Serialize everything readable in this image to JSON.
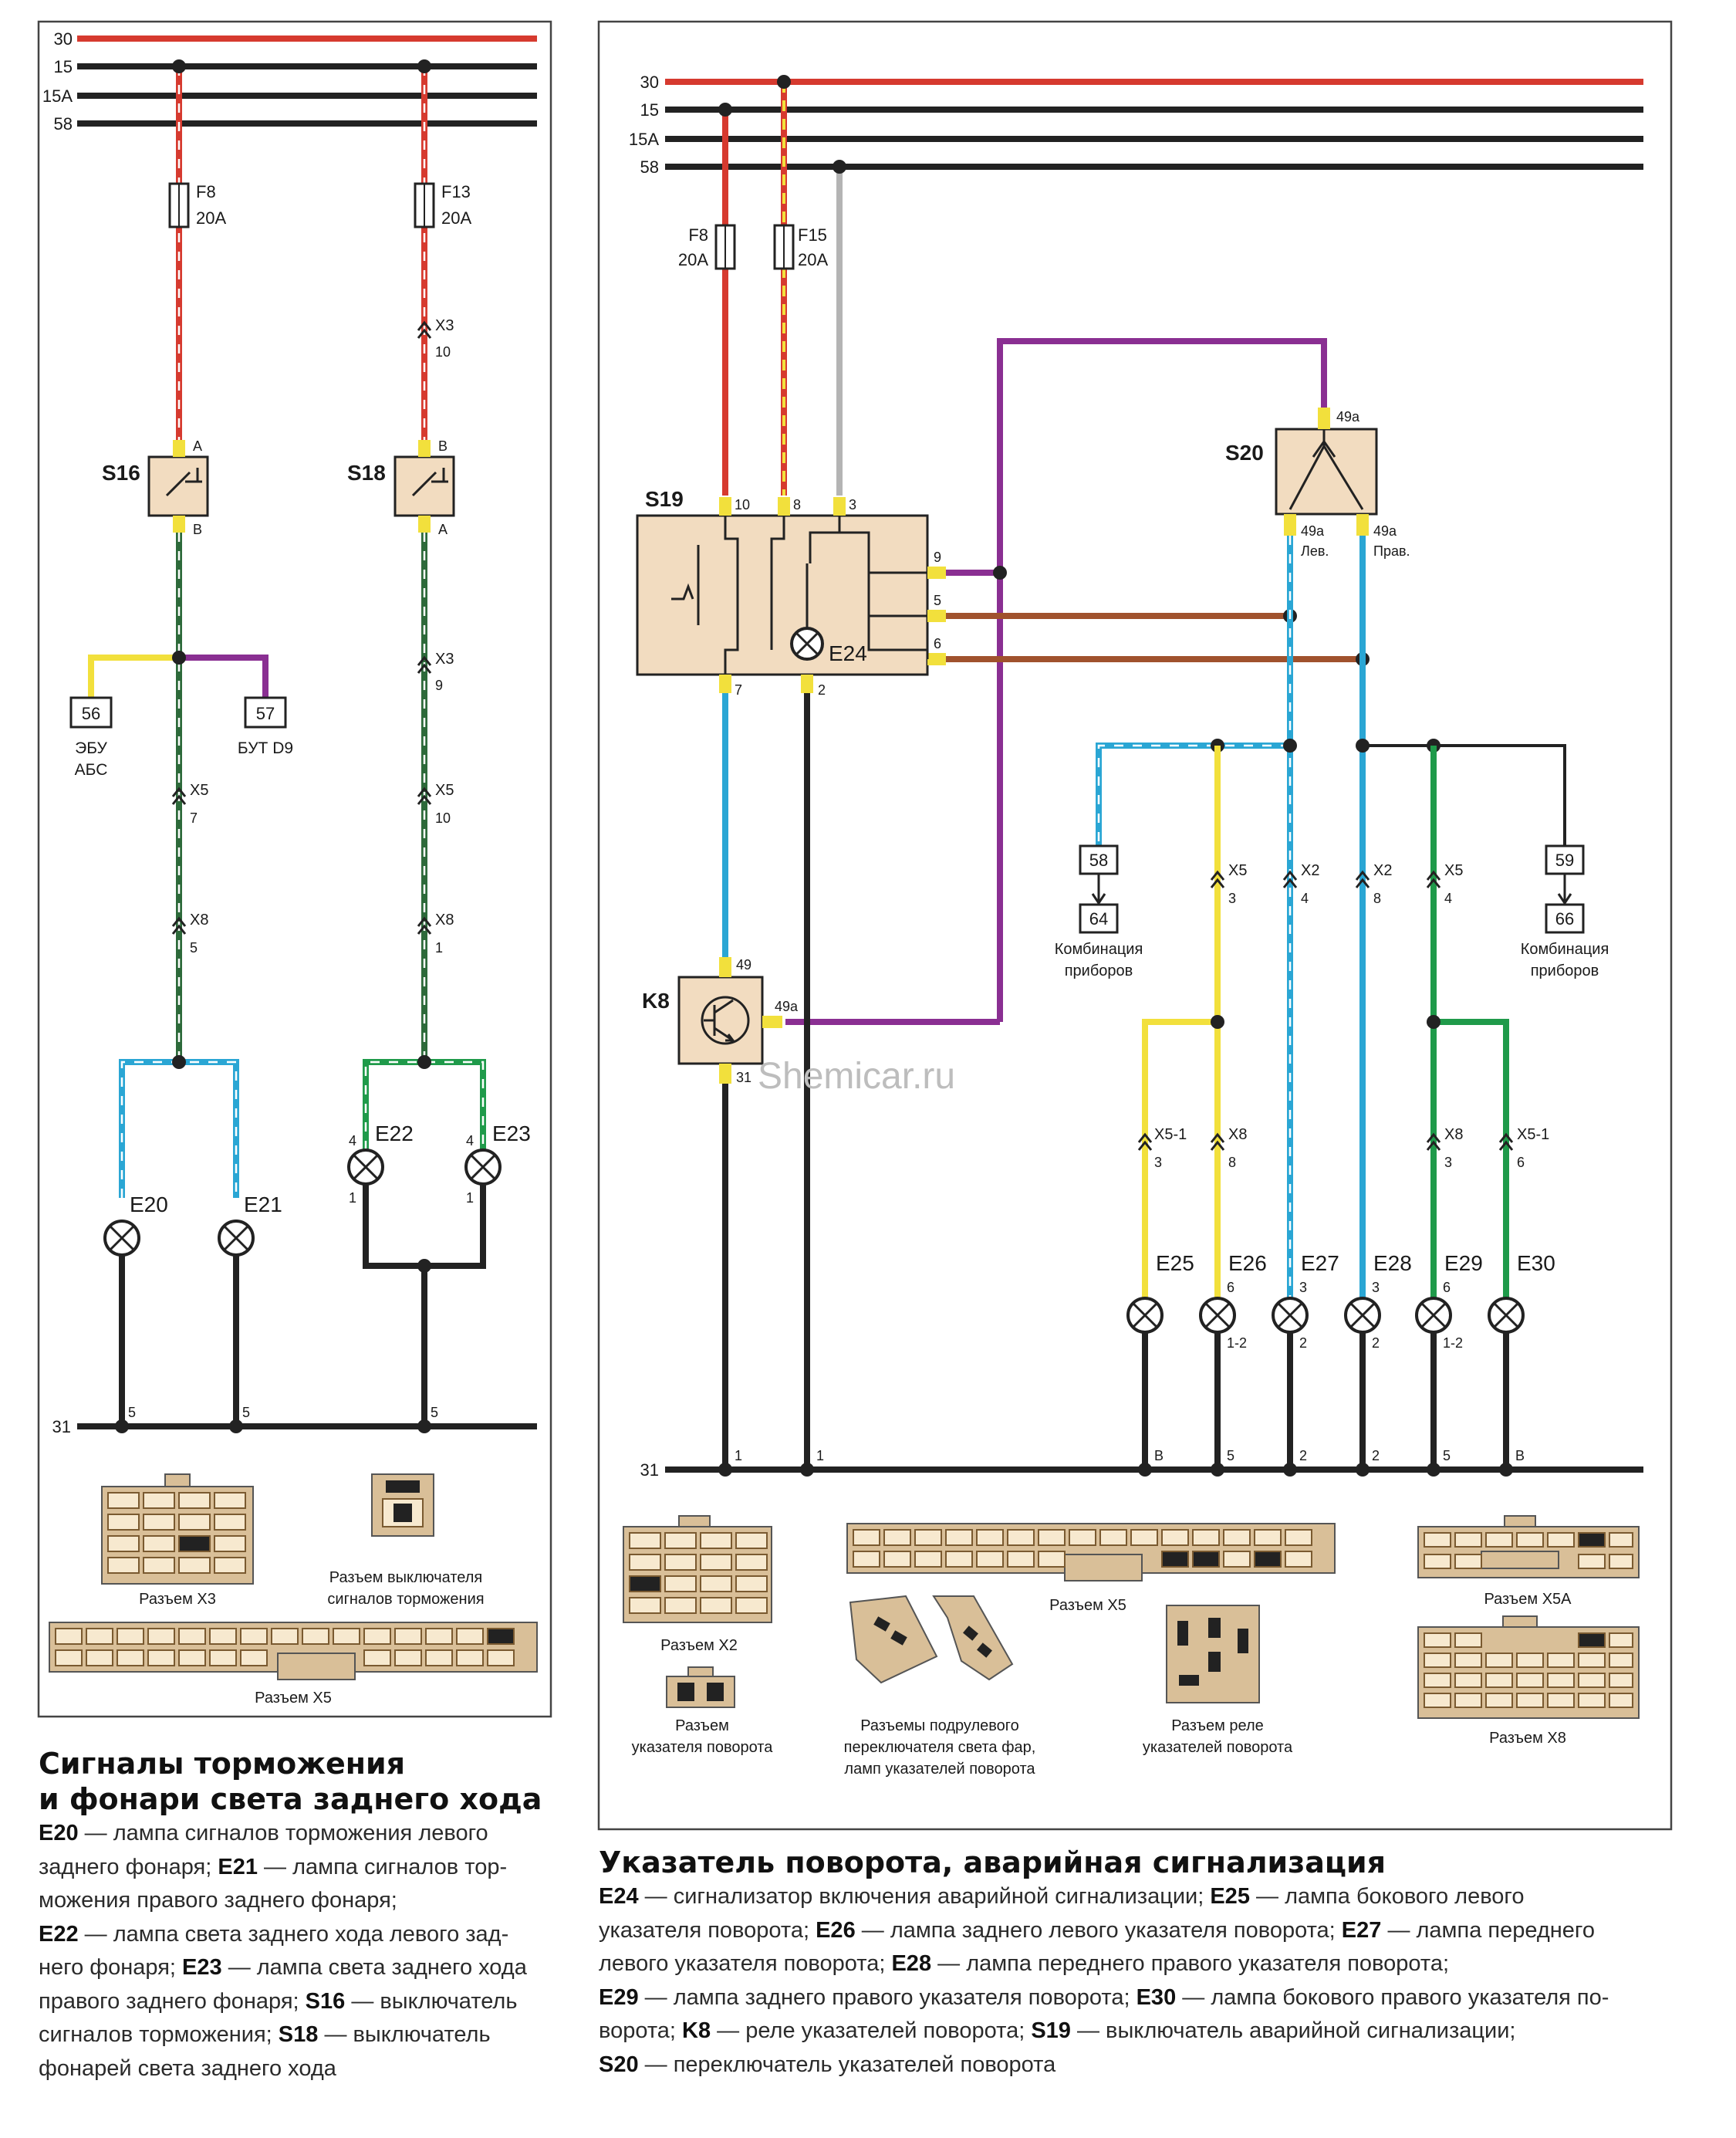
{
  "watermark": "Shemicar.ru",
  "colors": {
    "red": "#d63a2f",
    "black": "#222222",
    "yellow": "#f2e03c",
    "blue": "#2aa6d4",
    "lightblue": "#9fd6ee",
    "green": "#1f9a4a",
    "darkgreen": "#2d6a3a",
    "purple": "#8a2f92",
    "brown": "#a0522d",
    "gray": "#b4b4b4",
    "connector": "#d9bf98"
  },
  "left_diagram": {
    "buses": [
      "30",
      "15",
      "15A",
      "58"
    ],
    "fuses": [
      {
        "id": "F8",
        "rating": "20A"
      },
      {
        "id": "F13",
        "rating": "20A"
      }
    ],
    "switches": [
      {
        "id": "S16",
        "top_pin": "A",
        "bottom_pin": "B"
      },
      {
        "id": "S18",
        "top_pin": "B",
        "bottom_pin": "A"
      }
    ],
    "connectors": [
      {
        "name": "X3",
        "pin": "10"
      },
      {
        "name": "X3",
        "pin": "9"
      },
      {
        "name": "X5",
        "pin": "7"
      },
      {
        "name": "X5",
        "pin": "10"
      },
      {
        "name": "X8",
        "pin": "5"
      },
      {
        "name": "X8",
        "pin": "1"
      }
    ],
    "terminals": [
      {
        "num": "56",
        "text1": "ЭБУ",
        "text2": "АБС"
      },
      {
        "num": "57",
        "text1": "БУТ D9",
        "text2": ""
      }
    ],
    "lamps": [
      "E20",
      "E21",
      "E22",
      "E23"
    ],
    "lamp_pins": {
      "top": "4",
      "bottom": "1"
    },
    "ground": {
      "label": "31",
      "pins": [
        "5",
        "5",
        "5"
      ]
    },
    "connector_labels": [
      "Разъем X3",
      "Разъем выключателя",
      "сигналов торможения",
      "Разъем X5"
    ]
  },
  "right_diagram": {
    "buses": [
      "30",
      "15",
      "15A",
      "58"
    ],
    "fuses": [
      {
        "id": "F8",
        "rating": "20A"
      },
      {
        "id": "F15",
        "rating": "20A"
      }
    ],
    "s19": {
      "id": "S19",
      "pins_top": [
        "10",
        "8",
        "3"
      ],
      "pins_right": [
        "9",
        "5",
        "6"
      ],
      "pins_bottom": [
        "7",
        "2"
      ],
      "lamp": "E24"
    },
    "s20": {
      "id": "S20",
      "pin_top": "49a",
      "pin_left": "49a",
      "pin_right": "49a",
      "left_text": "Лев.",
      "right_text": "Прав."
    },
    "k8": {
      "id": "K8",
      "pin_top": "49",
      "pin_right": "49a",
      "pin_bottom": "31"
    },
    "connectors": [
      {
        "name": "X5",
        "pin": "3"
      },
      {
        "name": "X2",
        "pin": "4"
      },
      {
        "name": "X2",
        "pin": "8"
      },
      {
        "name": "X5",
        "pin": "4"
      },
      {
        "name": "X5-1",
        "pin": "3"
      },
      {
        "name": "X8",
        "pin": "8"
      },
      {
        "name": "X8",
        "pin": "3"
      },
      {
        "name": "X5-1",
        "pin": "6"
      }
    ],
    "terminals": [
      {
        "num": "58",
        "target": "64",
        "text1": "Комбинация",
        "text2": "приборов"
      },
      {
        "num": "59",
        "target": "66",
        "text1": "Комбинация",
        "text2": "приборов"
      }
    ],
    "lamps": [
      "E25",
      "E26",
      "E27",
      "E28",
      "E29",
      "E30"
    ],
    "lamp_top_pins": [
      "",
      "6",
      "3",
      "3",
      "6",
      ""
    ],
    "lamp_bottom_pins": [
      "",
      "1-2",
      "2",
      "2",
      "1-2",
      ""
    ],
    "ground": {
      "label": "31",
      "pins": [
        "1",
        "1",
        "B",
        "5",
        "2",
        "2",
        "5",
        "B"
      ]
    },
    "connector_labels": [
      "Разъем X2",
      "Разъем",
      "указателя поворота",
      "Разъем X5",
      "Разъемы подрулевого",
      "переключателя света фар,",
      "ламп указателей поворота",
      "Разъем реле",
      "указателей поворота",
      "Разъем X5A",
      "Разъем X8"
    ]
  },
  "captions": {
    "left": {
      "title1": "Сигналы торможения",
      "title2": "и фонари света заднего хода",
      "lines": [
        {
          "b1": "E20",
          "t1": " — лампа сигналов торможения левого"
        },
        {
          "b1": "",
          "t1": "заднего фонаря; ",
          "b2": "E21",
          "t2": " — лампа сигналов тор-"
        },
        {
          "b1": "",
          "t1": "можения правого заднего фонаря;"
        },
        {
          "b1": "E22",
          "t1": " — лампа света заднего хода левого зад-"
        },
        {
          "b1": "",
          "t1": "него фонаря; ",
          "b2": "E23",
          "t2": " — лампа света заднего хода"
        },
        {
          "b1": "",
          "t1": "правого заднего фонаря; ",
          "b2": "S16",
          "t2": " — выключатель"
        },
        {
          "b1": "",
          "t1": "сигналов торможения; ",
          "b2": "S18",
          "t2": " — выключатель"
        },
        {
          "b1": "",
          "t1": "фонарей света заднего хода"
        }
      ]
    },
    "right": {
      "title": "Указатель поворота, аварийная сигнализация",
      "lines": [
        {
          "b1": "E24",
          "t1": " — сигнализатор включения аварийной сигнализации; ",
          "b2": "E25",
          "t2": " — лампа бокового левого"
        },
        {
          "b1": "",
          "t1": "указателя поворота; ",
          "b2": "E26",
          "t2": " — лампа заднего левого указателя поворота; ",
          "b3": "E27",
          "t3": " — лампа переднего"
        },
        {
          "b1": "",
          "t1": "левого указателя поворота; ",
          "b2": "E28",
          "t2": " — лампа переднего правого указателя поворота;"
        },
        {
          "b1": "E29",
          "t1": " — лампа заднего правого указателя поворота; ",
          "b2": "E30",
          "t2": " — лампа бокового правого указателя по-"
        },
        {
          "b1": "",
          "t1": "ворота; ",
          "b2": "K8",
          "t2": " — реле указателей поворота; ",
          "b3": "S19",
          "t3": " — выключатель аварийной сигнализации;"
        },
        {
          "b1": "S20",
          "t1": " — переключатель указателей поворота"
        }
      ]
    }
  }
}
